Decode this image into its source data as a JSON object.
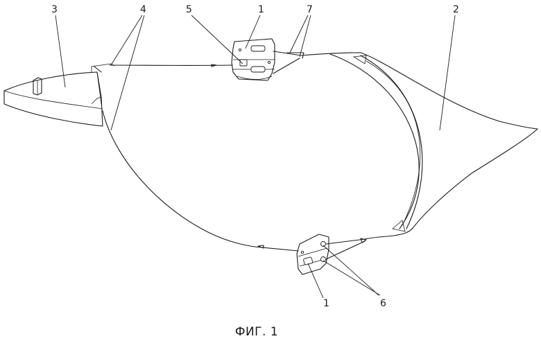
{
  "figure": {
    "caption": "ФИГ. 1",
    "labels": {
      "l1_top": "1",
      "l1_bottom": "1",
      "l2": "2",
      "l3": "3",
      "l4": "4",
      "l5": "5",
      "l6": "6",
      "l7": "7"
    }
  }
}
